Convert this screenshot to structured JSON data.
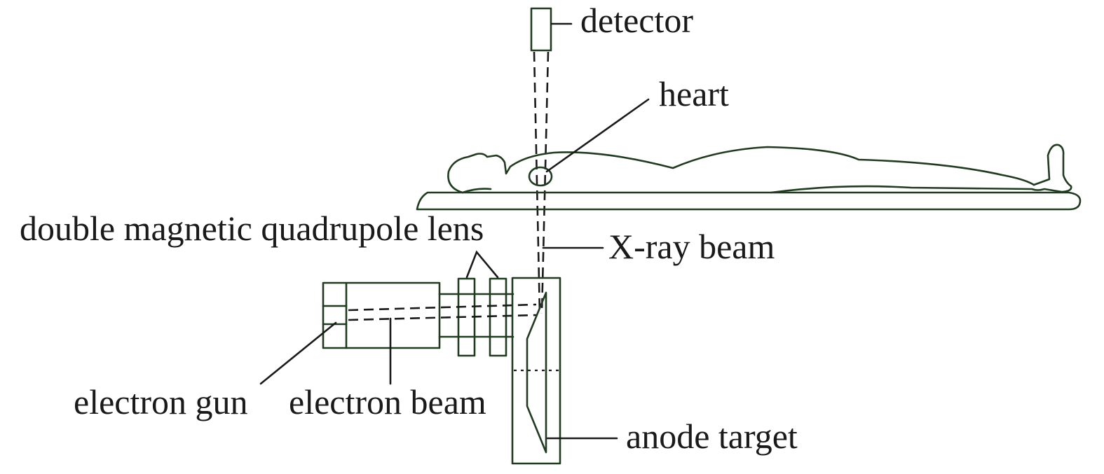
{
  "labels": {
    "detector": "detector",
    "heart": "heart",
    "quadrupole_lens": "double magnetic quadrupole lens",
    "xray_beam": "X-ray beam",
    "electron_gun": "electron gun",
    "electron_beam": "electron beam",
    "anode_target": "anode target"
  },
  "colors": {
    "outline": "#213b21",
    "text": "#1a1a1a",
    "background": "#ffffff"
  }
}
